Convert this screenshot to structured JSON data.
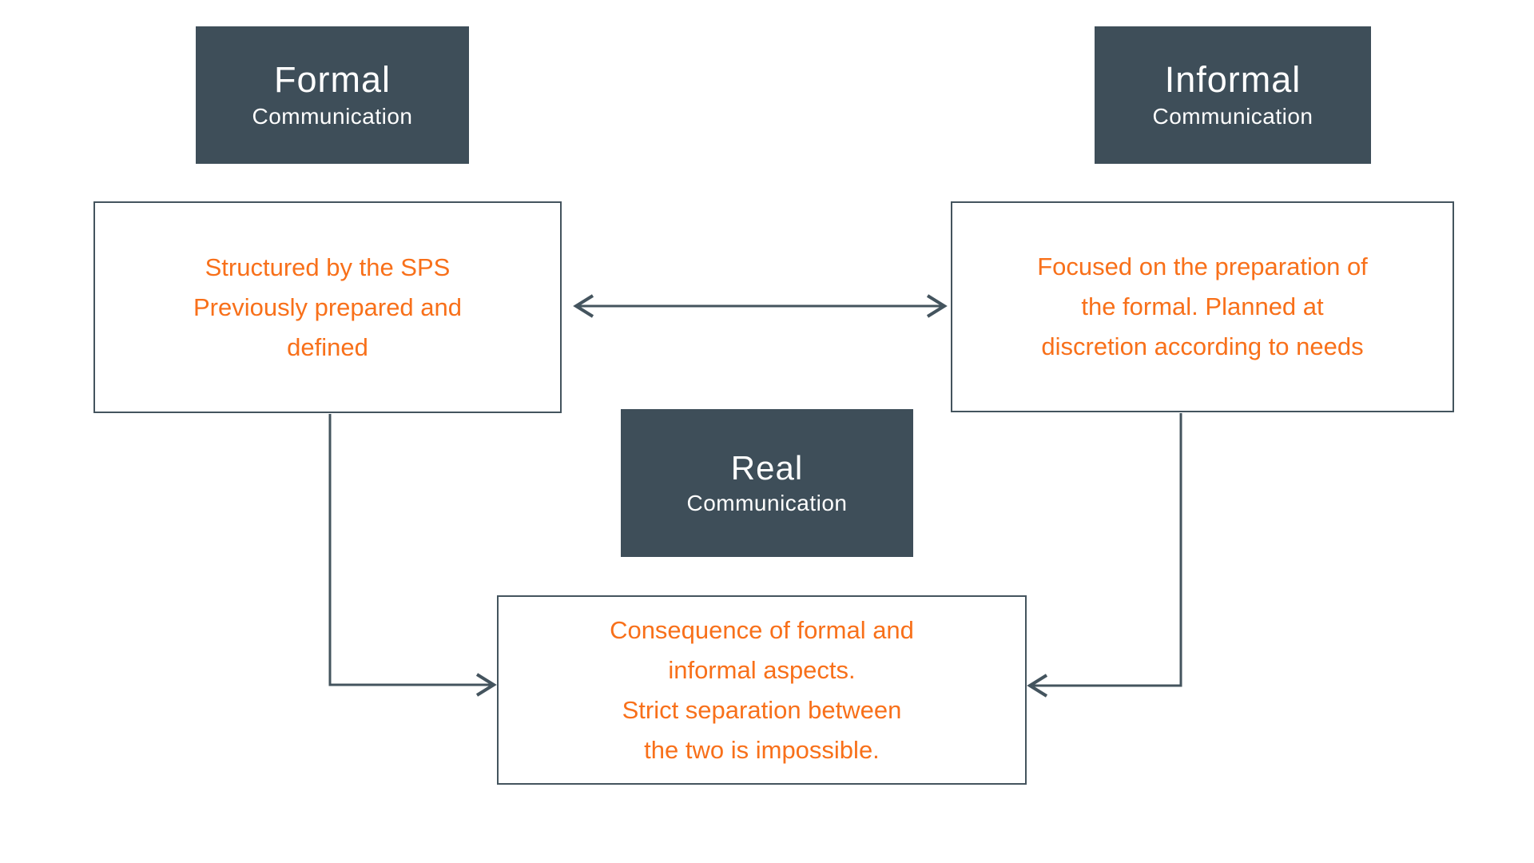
{
  "colors": {
    "box_fill": "#3e4e59",
    "box_text": "#ffffff",
    "accent_orange": "#f8701a",
    "line": "#44545e",
    "background": "#ffffff"
  },
  "nodes": {
    "formal": {
      "title": "Formal",
      "subtitle": "Communication"
    },
    "informal": {
      "title": "Informal",
      "subtitle": "Communication"
    },
    "real": {
      "title": "Real",
      "subtitle": "Communication"
    },
    "formal_detail": {
      "text": "Structured by the SPS\nPreviously prepared and\ndefined"
    },
    "informal_detail": {
      "text": "Focused on the preparation of\nthe formal. Planned at\ndiscretion according to needs"
    },
    "real_detail": {
      "text": "Consequence of formal and\ninformal aspects.\nStrict separation between\nthe two is impossible."
    }
  },
  "connectors": [
    {
      "name": "formal-informal-double-arrow",
      "type": "double-arrow",
      "between": [
        "formal_detail",
        "informal_detail"
      ]
    },
    {
      "name": "formal-to-real-elbow-arrow",
      "type": "elbow-arrow",
      "from": "formal_detail",
      "to": "real_detail"
    },
    {
      "name": "informal-to-real-elbow-arrow",
      "type": "elbow-arrow",
      "from": "informal_detail",
      "to": "real_detail"
    }
  ]
}
